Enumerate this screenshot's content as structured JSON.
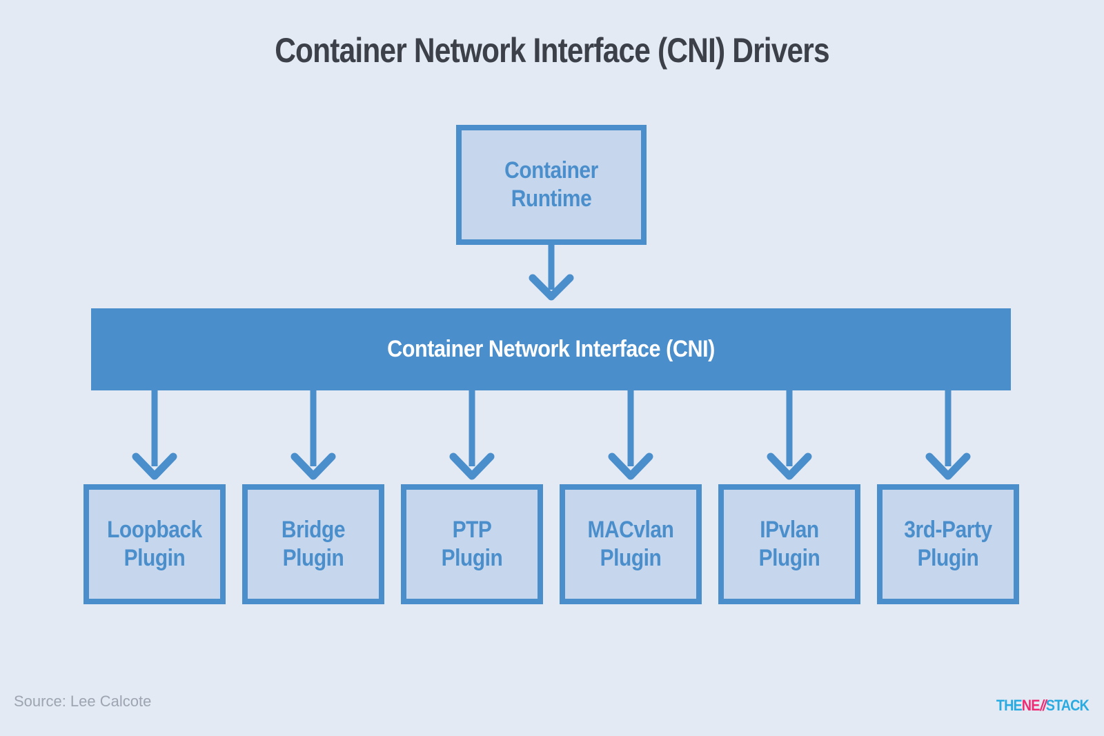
{
  "title": "Container Network Interface (CNI) Drivers",
  "colors": {
    "bg": "#E4EAF3",
    "blue": "#4A8FCC",
    "box_fill": "#C5D6ED",
    "title_text": "#3B4049",
    "bar_text": "#FFFFFF",
    "source_text": "#9CA5B1",
    "logo_cyan": "#29ABE2",
    "logo_pink": "#EE2C74"
  },
  "diagram": {
    "runtime_node": {
      "label": "Container\nRuntime"
    },
    "cni_bar": {
      "label": "Container Network Interface (CNI)"
    },
    "plugins": [
      {
        "label": "Loopback\nPlugin"
      },
      {
        "label": "Bridge\nPlugin"
      },
      {
        "label": "PTP\nPlugin"
      },
      {
        "label": "MACvlan\nPlugin"
      },
      {
        "label": "IPvlan\nPlugin"
      },
      {
        "label": "3rd-Party\nPlugin"
      }
    ]
  },
  "footer": {
    "source": "Source: Lee Calcote",
    "logo": {
      "full_name": "THE NEW STACK",
      "part_the": "THE",
      "part_ne": "NE",
      "part_w_slashes": "//",
      "part_stack": "STACK"
    }
  }
}
